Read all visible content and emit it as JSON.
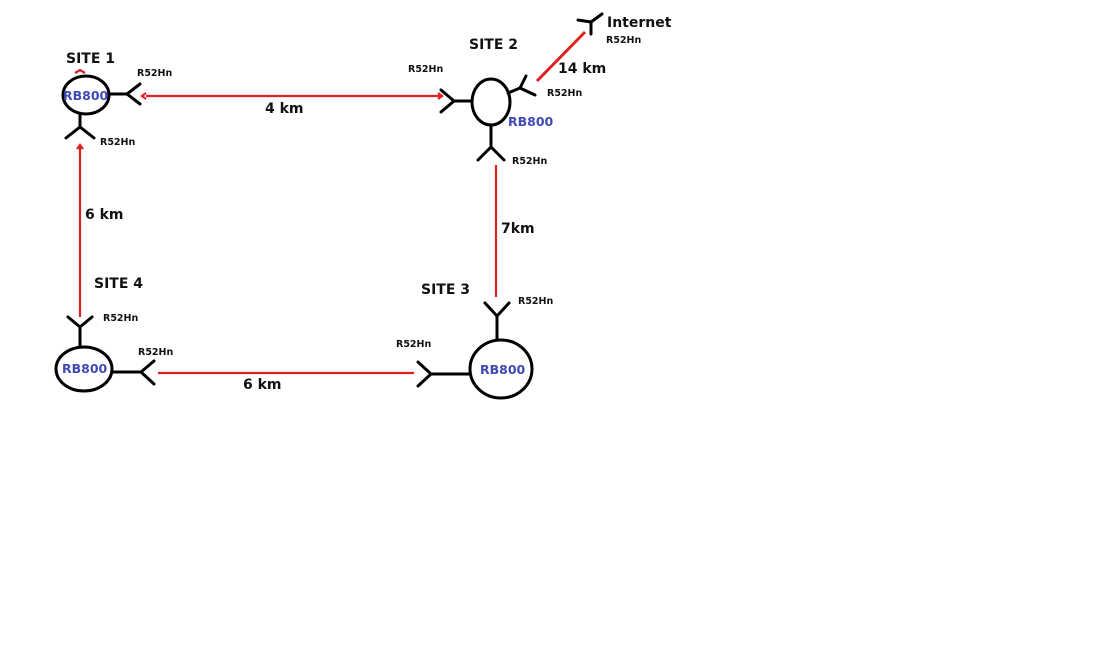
{
  "sites": [
    {
      "name": "SITE 1",
      "device": "RB800"
    },
    {
      "name": "SITE 2",
      "device": "RB800"
    },
    {
      "name": "SITE 3",
      "device": "RB800"
    },
    {
      "name": "SITE 4",
      "device": "RB800"
    }
  ],
  "antenna_model": "R52Hn",
  "internet_label": "Internet",
  "links": [
    {
      "from": "SITE 1",
      "to": "SITE 2",
      "distance": "4 km"
    },
    {
      "from": "SITE 2",
      "to": "Internet",
      "distance": "14 km"
    },
    {
      "from": "SITE 2",
      "to": "SITE 3",
      "distance": "7km"
    },
    {
      "from": "SITE 3",
      "to": "SITE 4",
      "distance": "6 km"
    },
    {
      "from": "SITE 4",
      "to": "SITE 1",
      "distance": "6 km"
    }
  ],
  "colors": {
    "link": "#e01f1f",
    "device_text": "#3f4ab5",
    "outline": "#000000"
  }
}
